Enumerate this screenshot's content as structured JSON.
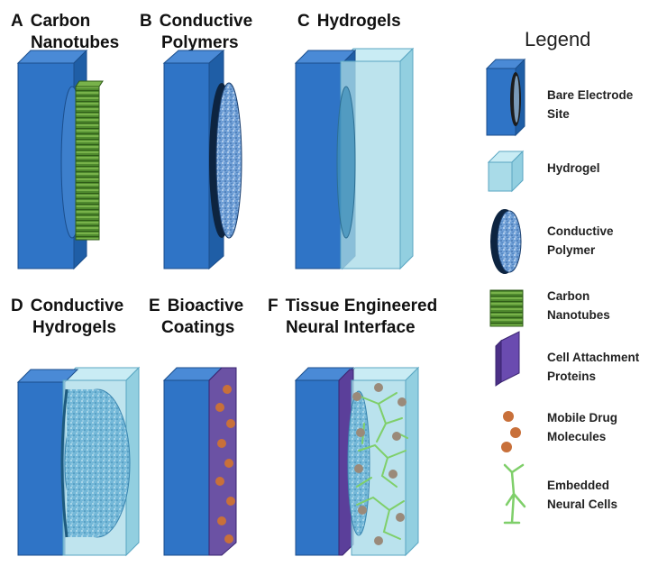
{
  "panels": [
    {
      "letter": "A",
      "line1": "Carbon",
      "line2": "Nanotubes"
    },
    {
      "letter": "B",
      "line1": "Conductive",
      "line2": "Polymers"
    },
    {
      "letter": "C",
      "line1": "Hydrogels",
      "line2": ""
    },
    {
      "letter": "D",
      "line1": "Conductive",
      "line2": "Hydrogels"
    },
    {
      "letter": "E",
      "line1": "Bioactive",
      "line2": "Coatings"
    },
    {
      "letter": "F",
      "line1": "Tissue Engineered",
      "line2": "Neural Interface"
    }
  ],
  "legend": {
    "title": "Legend",
    "items": [
      {
        "line1": "Bare Electrode",
        "line2": "Site"
      },
      {
        "line1": "Hydrogel",
        "line2": ""
      },
      {
        "line1": "Conductive",
        "line2": "Polymer"
      },
      {
        "line1": "Carbon",
        "line2": "Nanotubes"
      },
      {
        "line1": "Cell Attachment",
        "line2": "Proteins"
      },
      {
        "line1": "Mobile Drug",
        "line2": "Molecules"
      },
      {
        "line1": "Embedded",
        "line2": "Neural Cells"
      }
    ]
  },
  "colors": {
    "electrode_front": "#2f74c6",
    "electrode_side": "#1e5aa0",
    "hydrogel": "#a9dbe8",
    "polymer": "#6f9fd6",
    "nanotube": "#4f8a2e",
    "protein": "#5b3f9a",
    "drug": "#c8703a",
    "neural_cell": "#7fcf6a"
  }
}
